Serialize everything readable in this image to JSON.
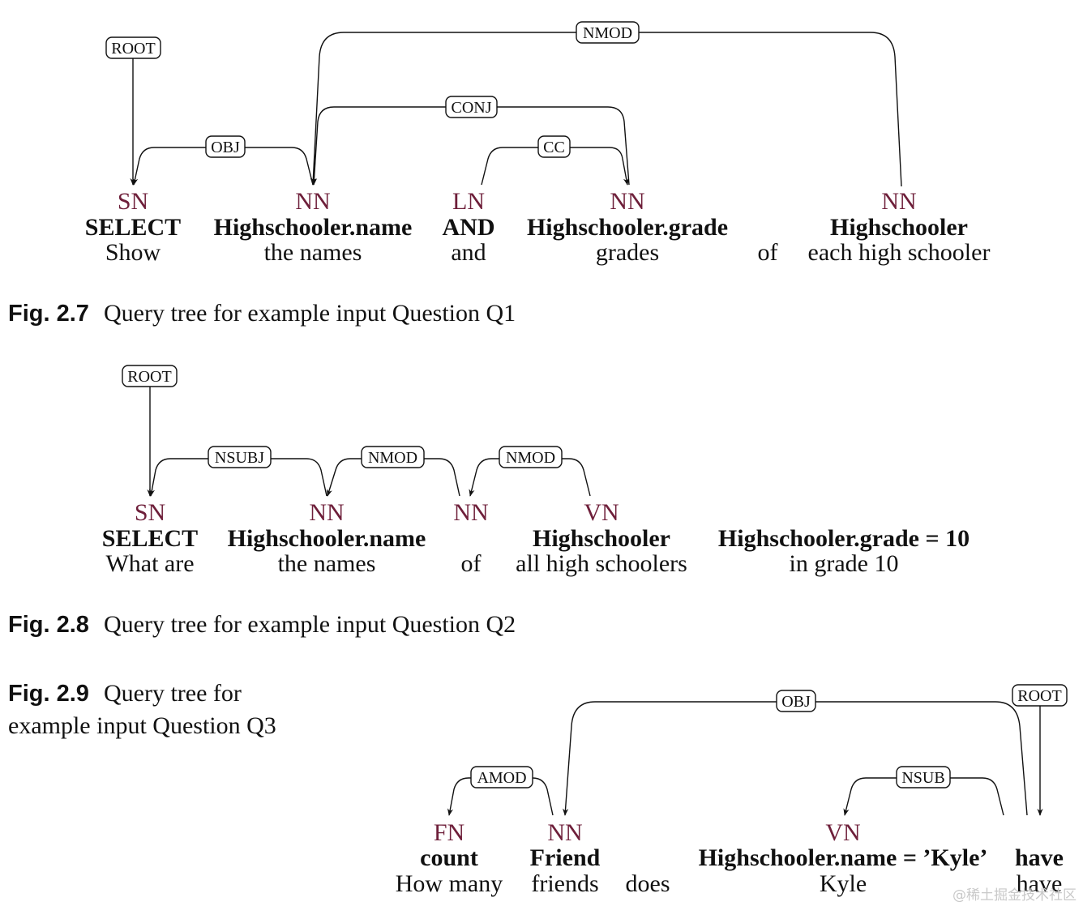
{
  "figures": [
    {
      "id": "fig-2-7",
      "caption": {
        "label": "Fig. 2.7",
        "text": "Query tree for example input Question Q1"
      },
      "tokens": [
        {
          "tag": "SN",
          "node": "SELECT",
          "word": "Show"
        },
        {
          "tag": "NN",
          "node": "Highschooler.name",
          "word": "the names"
        },
        {
          "tag": "LN",
          "node": "AND",
          "word": "and"
        },
        {
          "tag": "NN",
          "node": "Highschooler.grade",
          "word": "grades"
        },
        {
          "tag": "",
          "node": "",
          "word": "of"
        },
        {
          "tag": "NN",
          "node": "Highschooler",
          "word": "each high schooler"
        }
      ],
      "edges": [
        {
          "label": "ROOT",
          "from": null,
          "to": 0
        },
        {
          "label": "OBJ",
          "from": 1,
          "to": 0
        },
        {
          "label": "CONJ",
          "from": 3,
          "to": 1
        },
        {
          "label": "CC",
          "from": 2,
          "to": 3
        },
        {
          "label": "NMOD",
          "from": 5,
          "to": 1
        }
      ]
    },
    {
      "id": "fig-2-8",
      "caption": {
        "label": "Fig. 2.8",
        "text": "Query tree for example input Question Q2"
      },
      "tokens": [
        {
          "tag": "SN",
          "node": "SELECT",
          "word": "What are"
        },
        {
          "tag": "NN",
          "node": "Highschooler.name",
          "word": "the names"
        },
        {
          "tag": "NN",
          "node": "",
          "word": "of"
        },
        {
          "tag": "VN",
          "node": "Highschooler",
          "word": "all high schoolers"
        },
        {
          "tag": "",
          "node": "Highschooler.grade = 10",
          "word": "in grade 10"
        }
      ],
      "edges": [
        {
          "label": "ROOT",
          "from": null,
          "to": 0
        },
        {
          "label": "NSUBJ",
          "from": 1,
          "to": 0
        },
        {
          "label": "NMOD",
          "from": 2,
          "to": 1
        },
        {
          "label": "NMOD",
          "from": 3,
          "to": 2
        }
      ]
    },
    {
      "id": "fig-2-9",
      "caption": {
        "label": "Fig. 2.9",
        "text_line1": "Query tree for",
        "text_line2": "example input Question Q3"
      },
      "tokens": [
        {
          "tag": "FN",
          "node": "count",
          "word": "How many"
        },
        {
          "tag": "NN",
          "node": "Friend",
          "word": "friends"
        },
        {
          "tag": "",
          "node": "",
          "word": "does"
        },
        {
          "tag": "VN",
          "node": "Highschooler.name = ’Kyle’",
          "word": "Kyle"
        },
        {
          "tag": "",
          "node": "have",
          "word": "have"
        }
      ],
      "edges": [
        {
          "label": "ROOT",
          "from": null,
          "to": 4
        },
        {
          "label": "AMOD",
          "from": 1,
          "to": 0
        },
        {
          "label": "OBJ",
          "from": 4,
          "to": 1
        },
        {
          "label": "NSUB",
          "from": 4,
          "to": 3
        }
      ]
    }
  ],
  "watermark": "@稀土掘金技术社区"
}
